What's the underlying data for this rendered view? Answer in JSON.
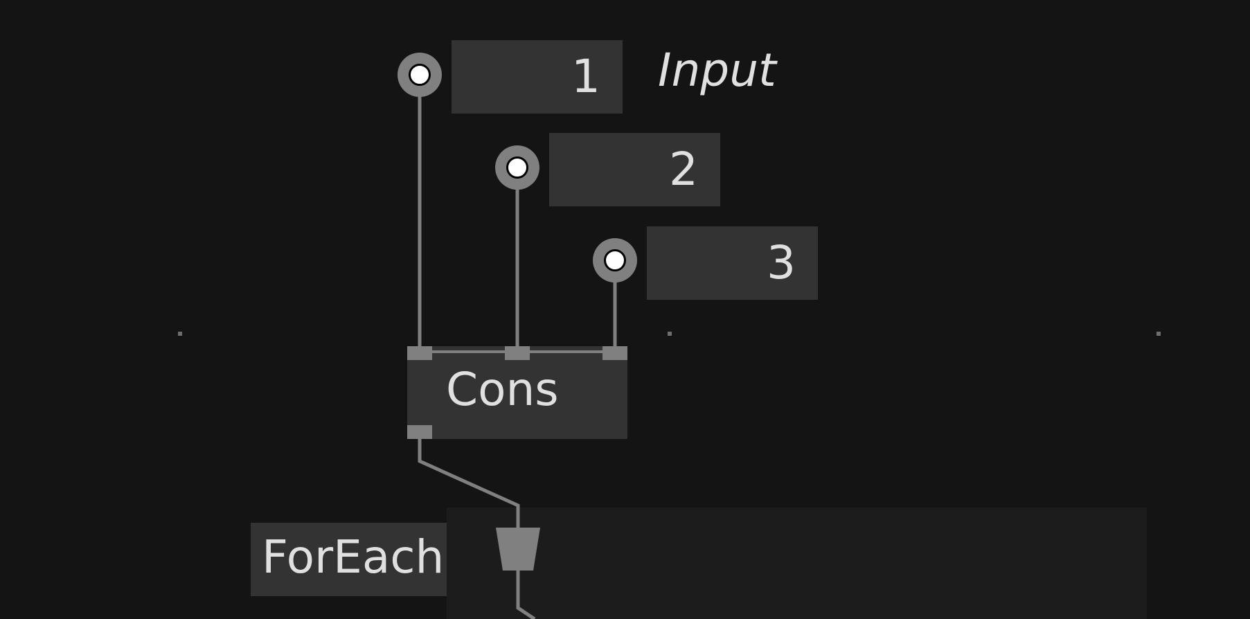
{
  "patch": {
    "iobox_1": {
      "value": "1"
    },
    "iobox_2": {
      "value": "2"
    },
    "iobox_3": {
      "value": "3"
    },
    "input_label": "Input",
    "cons_node": {
      "title": "Cons"
    },
    "foreach_region": {
      "title": "ForEach"
    }
  },
  "colors": {
    "background": "#141414",
    "node_fill": "#333333",
    "pin_gray": "#808080",
    "text": "#e0e0e0",
    "region_fill": "#1c1c1c"
  }
}
